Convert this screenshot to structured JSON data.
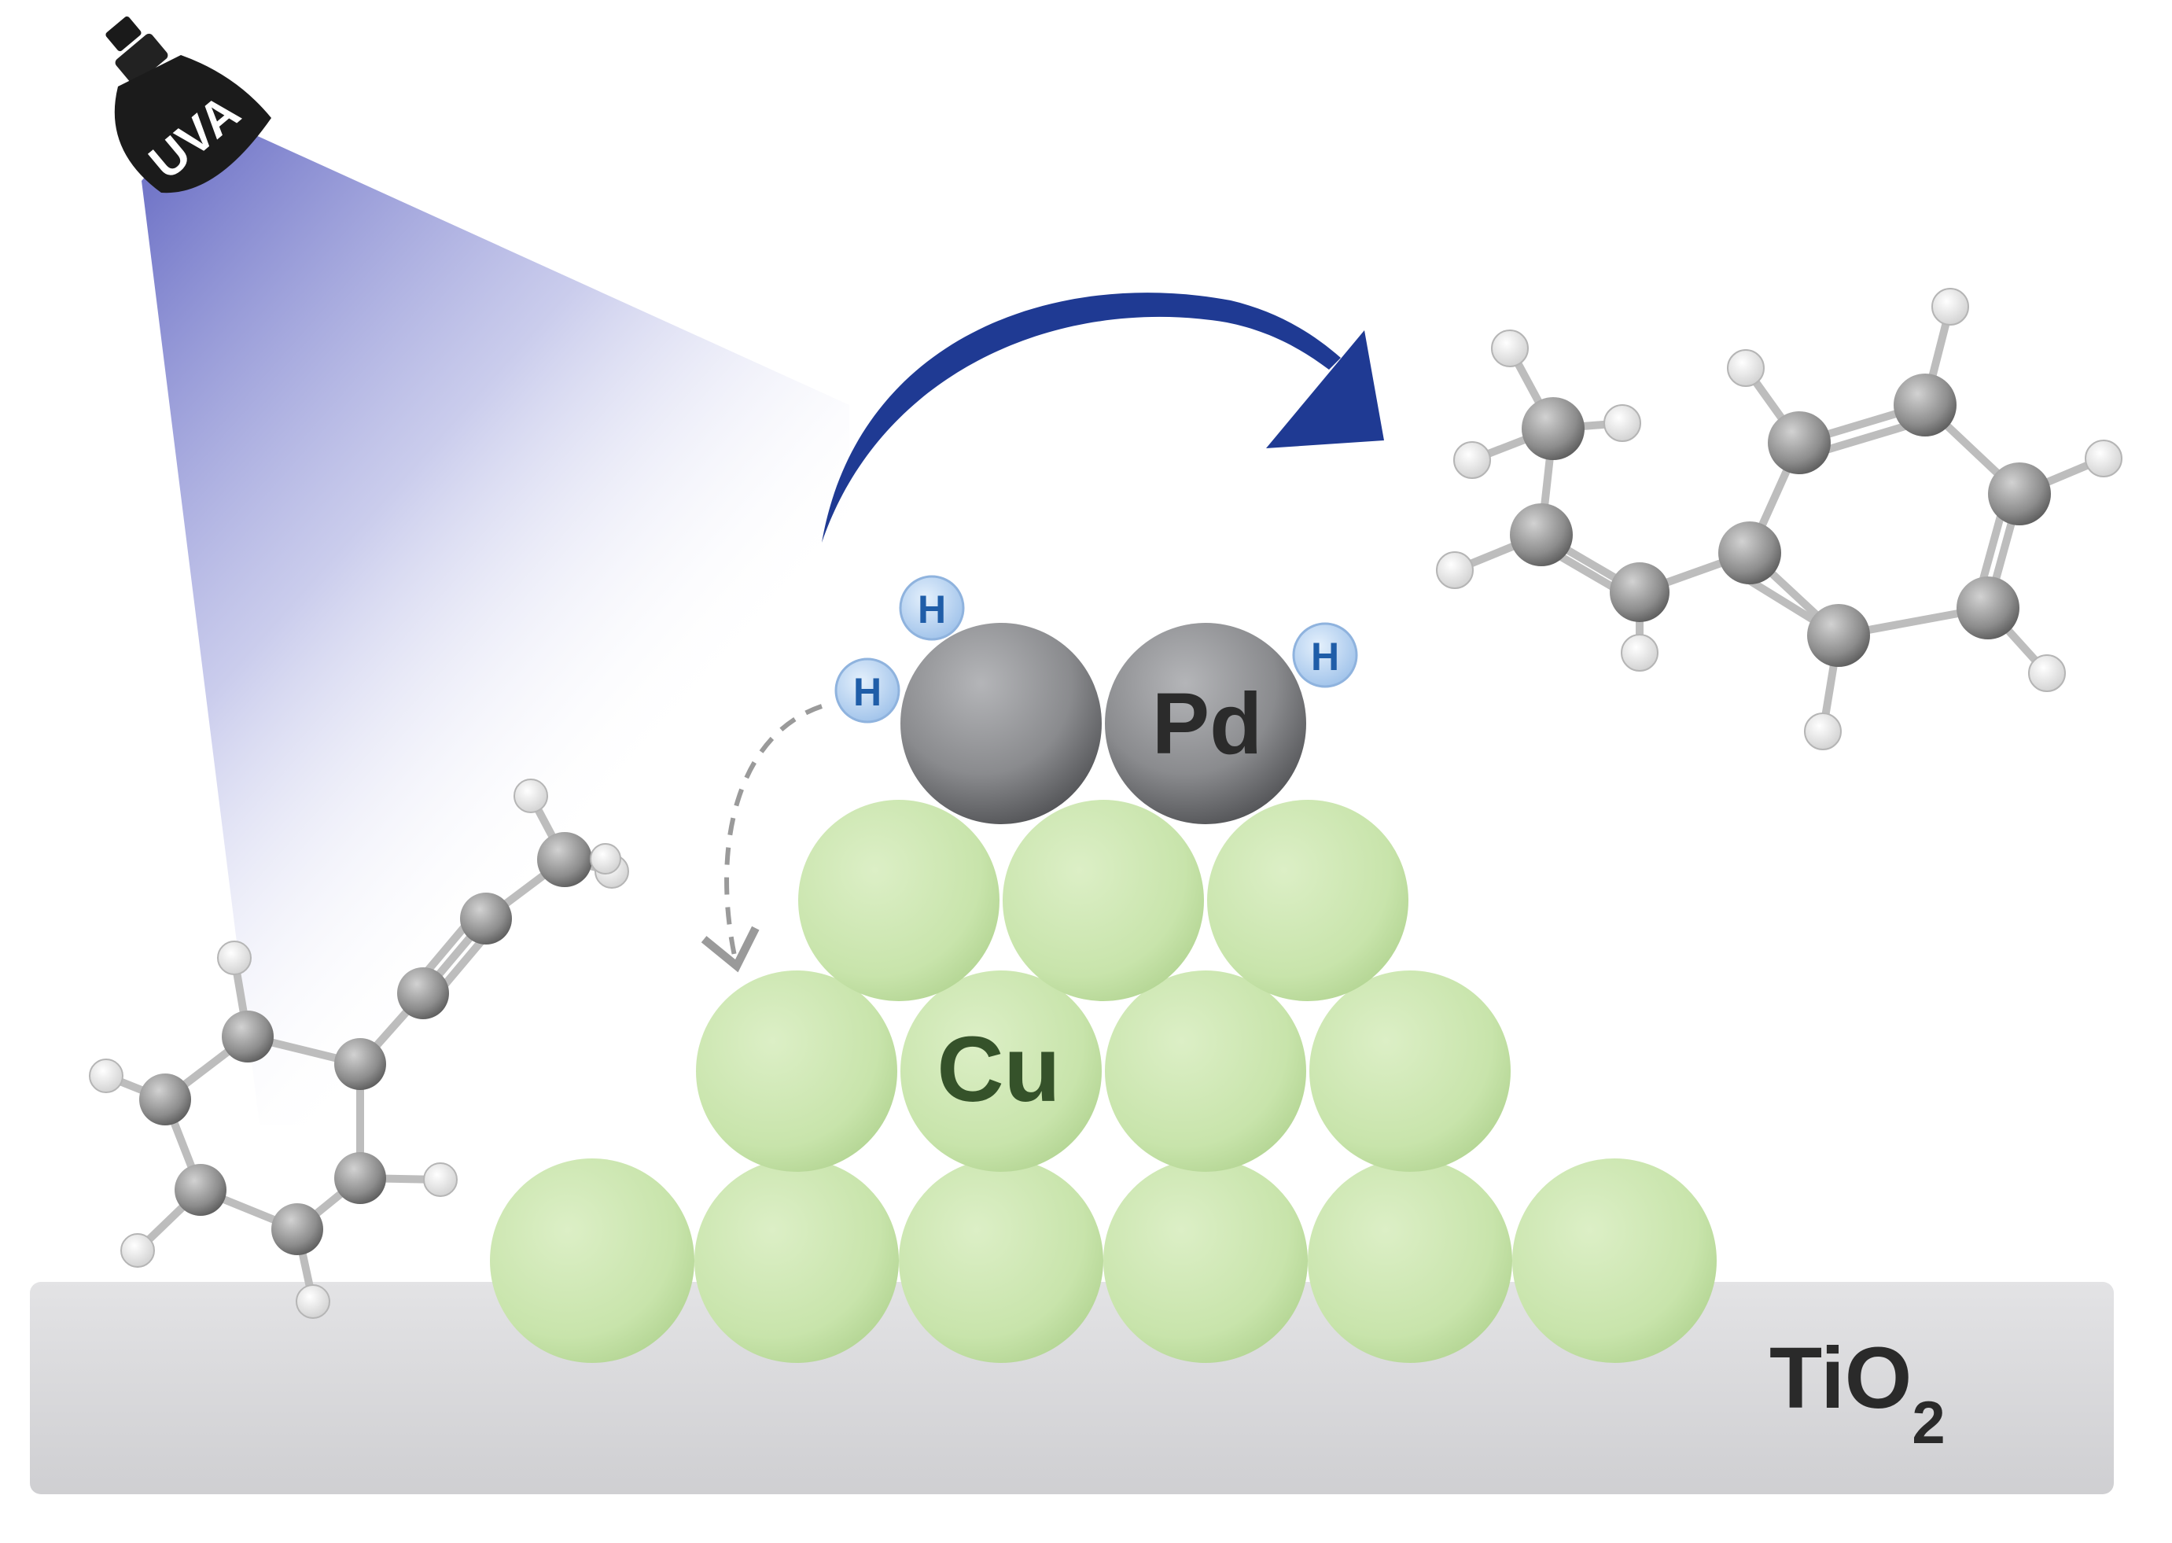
{
  "lamp": {
    "label": "UVA"
  },
  "metals": {
    "pd_label": "Pd",
    "cu_label": "Cu"
  },
  "support": {
    "label_main": "TiO",
    "label_sub": "2"
  },
  "hydrogen": {
    "label": "H"
  },
  "colors": {
    "cu_fill": "#cfe8b4",
    "cu_text": "#35522a",
    "pd_fill": "#8c8d90",
    "pd_text": "#2b2b2b",
    "h_fill": "#bcd6f2",
    "h_text": "#1f5da8",
    "arrow": "#1f3a93",
    "support_fill": "#d9d9db",
    "beam": "#6f74c4",
    "carbon": "#8e8e8e",
    "hatom": "#ffffff"
  },
  "molecules": {
    "reactant": "phenylpropyne",
    "product": "phenylpropene"
  }
}
